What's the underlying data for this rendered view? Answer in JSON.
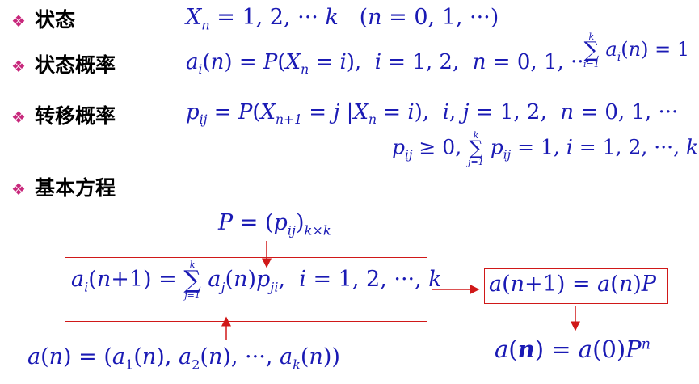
{
  "bullet_glyph": "❖",
  "colors": {
    "bullet": "#c8287c",
    "math": "#1a1ab4",
    "box_border": "#d01818",
    "arrow": "#d01818"
  },
  "rows": {
    "state": {
      "label": "状态",
      "formula": "X_n = 1, 2, ··· k   (n = 0, 1, ···)"
    },
    "state_prob": {
      "label": "状态概率",
      "formula": "a_i(n) = P(X_n = i),  i = 1, 2,  n = 0, 1, ···",
      "side_formula": "∑_{i=1}^{k} a_i(n) = 1"
    },
    "transition_prob": {
      "label": "转移概率",
      "formula": "p_ij = P(X_{n+1} = j | X_n = i),  i, j = 1, 2,  n = 0, 1, ···",
      "condition": "p_ij ≥ 0, ∑_{j=1}^{k} p_ij = 1, i = 1, 2, ···, k"
    },
    "basic_eq": {
      "label": "基本方程"
    }
  },
  "equations": {
    "matrix_def": "P = (p_ij)_{k×k}",
    "main": "a_i(n+1) = ∑_{j=1}^{k} a_j(n) p_ji,  i = 1, 2, ···, k",
    "matrix_form": "a(n+1) = a(n)P",
    "solution": "a(n) = a(0)P^n",
    "vector_def": "a(n) = (a_1(n), a_2(n), ···, a_k(n))"
  }
}
